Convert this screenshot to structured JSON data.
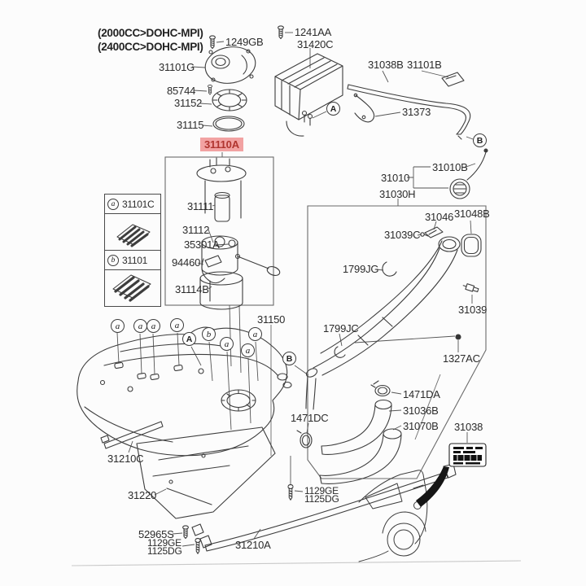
{
  "diagram": {
    "type": "exploded-parts-diagram",
    "subject": "fuel tank and fuel pump assembly",
    "engine_note_line1": "(2000CC>DOHC-MPI)",
    "engine_note_line2": "(2400CC>DOHC-MPI)",
    "highlighted_part": "31110A",
    "colors": {
      "line": "#3d3d3d",
      "label_text": "#2b2b2b",
      "highlight_bg": "#f2a2a2",
      "highlight_text": "#b0342f",
      "background": "#fcfcfc"
    }
  },
  "labels": {
    "p1249GB": "1249GB",
    "p31101G": "31101G",
    "p85744": "85744",
    "p31152": "31152",
    "p31115": "31115",
    "p1241AA": "1241AA",
    "p31420C": "31420C",
    "p31038B": "31038B",
    "p31101B": "31101B",
    "p31373": "31373",
    "p31010B": "31010B",
    "p31010": "31010",
    "p31030H": "31030H",
    "p31046": "31046",
    "p31048B": "31048B",
    "p31039C": "31039C",
    "p1799JG": "1799JG",
    "p31039": "31039",
    "p1799JC": "1799JC",
    "p1327AC": "1327AC",
    "p31111": "31111",
    "p31112": "31112",
    "p35301A": "35301A",
    "p94460": "94460",
    "p31114B": "31114B",
    "p31150": "31150",
    "p31210C": "31210C",
    "p31220": "31220",
    "p52965S": "52965S",
    "p1129GE_left": "1129GE",
    "p1125DG_left": "1125DG",
    "p31210A": "31210A",
    "p1129GE_right": "1129GE",
    "p1125DG_right": "1125DG",
    "p1471DC": "1471DC",
    "p1471DA": "1471DA",
    "p31036B": "31036B",
    "p31070B": "31070B",
    "p31038": "31038"
  },
  "legend": {
    "rows": [
      {
        "marker": "a",
        "part": "31101C"
      },
      {
        "marker": "b",
        "part": "31101"
      }
    ]
  },
  "markers": {
    "a": "a",
    "b": "b",
    "A": "A",
    "B": "B"
  }
}
